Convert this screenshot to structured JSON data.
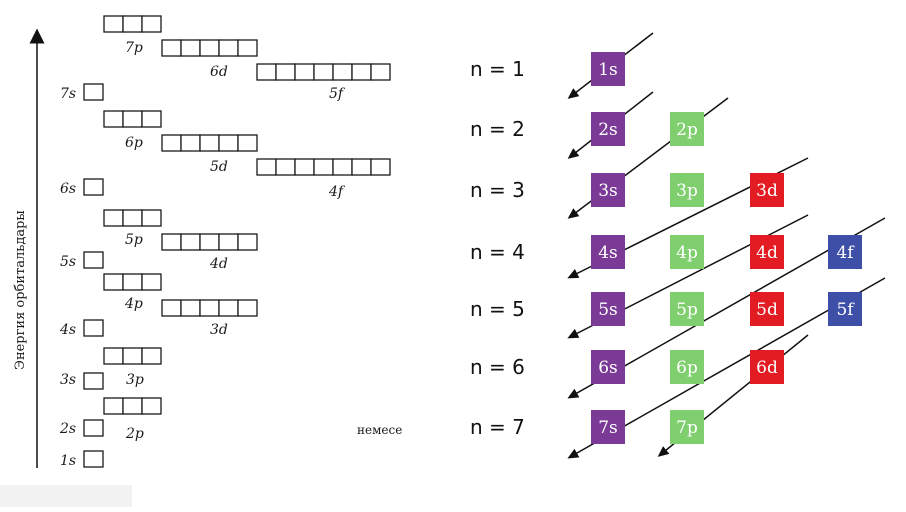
{
  "energy_axis_label": "Энергия орбитальдары",
  "misc_label": "немесе",
  "colors": {
    "s": "#7a3a96",
    "p": "#7fcf6e",
    "d": "#e31b23",
    "f": "#3d4fa6",
    "line": "#111111"
  },
  "energy_levels": [
    {
      "label": "7p",
      "cells": 3
    },
    {
      "label": "6d",
      "cells": 5
    },
    {
      "label": "5f",
      "cells": 7
    },
    {
      "label": "7s",
      "cells": 1
    },
    {
      "label": "6p",
      "cells": 3
    },
    {
      "label": "5d",
      "cells": 5
    },
    {
      "label": "4f",
      "cells": 7
    },
    {
      "label": "6s",
      "cells": 1
    },
    {
      "label": "5p",
      "cells": 3
    },
    {
      "label": "4d",
      "cells": 5
    },
    {
      "label": "5s",
      "cells": 1
    },
    {
      "label": "4p",
      "cells": 3
    },
    {
      "label": "3d",
      "cells": 5
    },
    {
      "label": "4s",
      "cells": 1
    },
    {
      "label": "3p",
      "cells": 3
    },
    {
      "label": "3s",
      "cells": 1
    },
    {
      "label": "2p",
      "cells": 3
    },
    {
      "label": "2s",
      "cells": 1
    },
    {
      "label": "1s",
      "cells": 1
    }
  ],
  "shell_rows": [
    {
      "n_label": "n = 1",
      "subshells": [
        "1s"
      ]
    },
    {
      "n_label": "n = 2",
      "subshells": [
        "2s",
        "2p"
      ]
    },
    {
      "n_label": "n = 3",
      "subshells": [
        "3s",
        "3p",
        "3d"
      ]
    },
    {
      "n_label": "n = 4",
      "subshells": [
        "4s",
        "4p",
        "4d",
        "4f"
      ]
    },
    {
      "n_label": "n = 5",
      "subshells": [
        "5s",
        "5p",
        "5d",
        "5f"
      ]
    },
    {
      "n_label": "n = 6",
      "subshells": [
        "6s",
        "6p",
        "6d"
      ]
    },
    {
      "n_label": "n = 7",
      "subshells": [
        "7s",
        "7p"
      ]
    }
  ]
}
